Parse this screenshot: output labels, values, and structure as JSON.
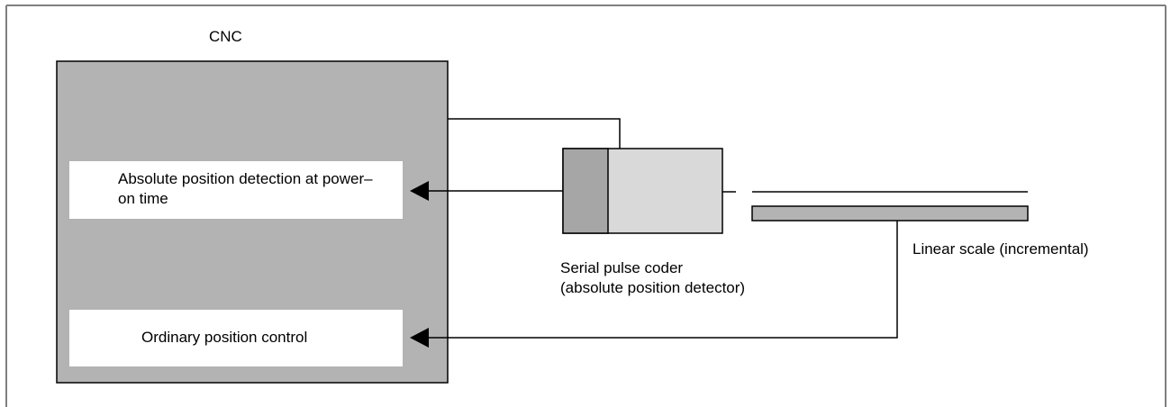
{
  "cnc": {
    "title": "CNC",
    "absolute_detection_label": "Absolute position detection at power–on time",
    "ordinary_control_label": "Ordinary position control"
  },
  "pulse_coder": {
    "label_line1": "Serial pulse coder",
    "label_line2": "(absolute position detector)"
  },
  "linear_scale": {
    "label": "Linear scale (incremental)"
  },
  "colors": {
    "cnc_fill": "#b3b3b3",
    "coder_body": "#d9d9d9",
    "coder_cap": "#a6a6a6",
    "scale_fill": "#b3b3b3",
    "line": "#000000"
  }
}
